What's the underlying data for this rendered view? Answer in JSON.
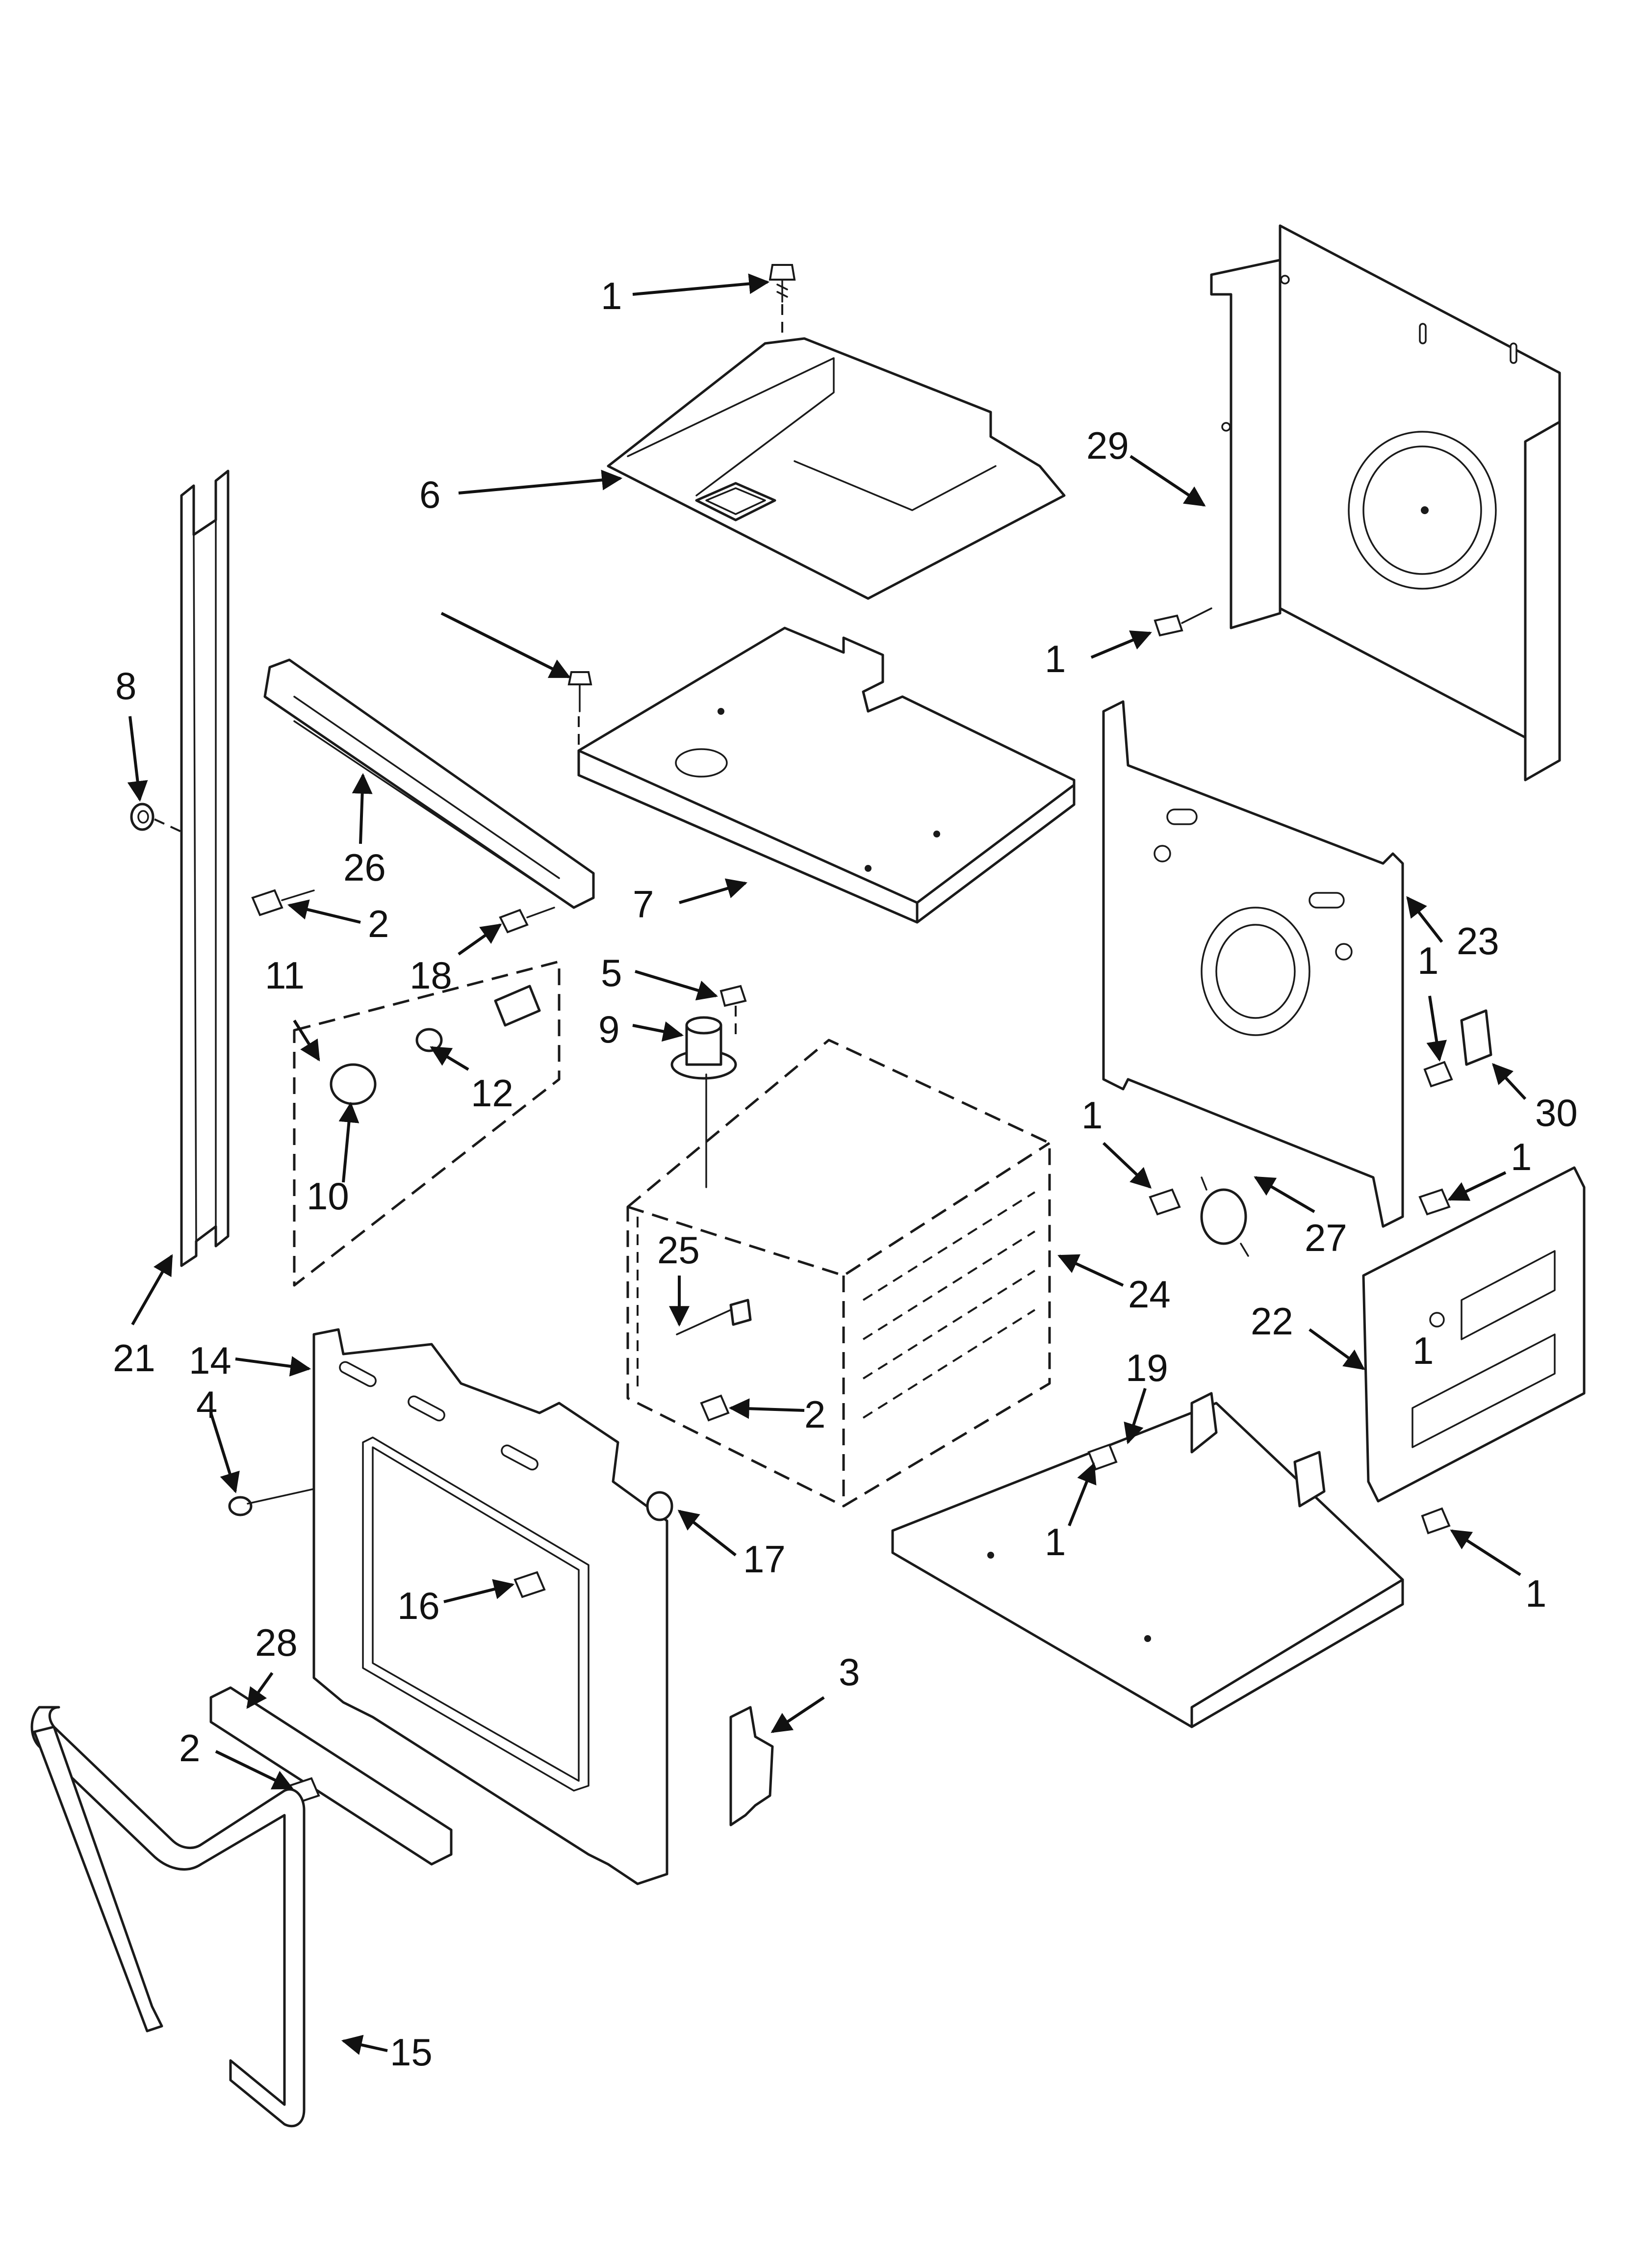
{
  "callouts": [
    {
      "text": "1"
    },
    {
      "text": "6"
    },
    {
      "text": "29"
    },
    {
      "text": "1"
    },
    {
      "text": "8"
    },
    {
      "text": "26"
    },
    {
      "text": "2"
    },
    {
      "text": "7"
    },
    {
      "text": "18"
    },
    {
      "text": "11"
    },
    {
      "text": "5"
    },
    {
      "text": "9"
    },
    {
      "text": "23"
    },
    {
      "text": "1"
    },
    {
      "text": "30"
    },
    {
      "text": "12"
    },
    {
      "text": "10"
    },
    {
      "text": "1"
    },
    {
      "text": "27"
    },
    {
      "text": "1"
    },
    {
      "text": "25"
    },
    {
      "text": "24"
    },
    {
      "text": "21"
    },
    {
      "text": "14"
    },
    {
      "text": "19"
    },
    {
      "text": "22"
    },
    {
      "text": "4"
    },
    {
      "text": "2"
    },
    {
      "text": "17"
    },
    {
      "text": "1"
    },
    {
      "text": "16"
    },
    {
      "text": "1"
    },
    {
      "text": "28"
    },
    {
      "text": "3"
    },
    {
      "text": "2"
    },
    {
      "text": "15"
    },
    {
      "text": "1"
    }
  ]
}
